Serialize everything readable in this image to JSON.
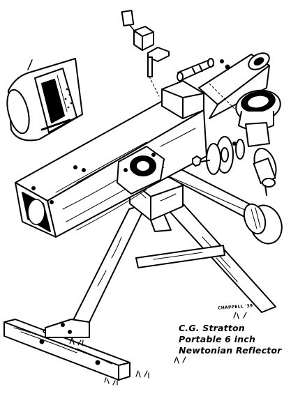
{
  "caption": {
    "line1": "C.G. Stratton",
    "line2": "Portable 6 inch",
    "line3": "Newtonian Reflector"
  },
  "signature": "CHAPPELL '39",
  "colors": {
    "ink": "#000000",
    "paper": "#ffffff"
  }
}
